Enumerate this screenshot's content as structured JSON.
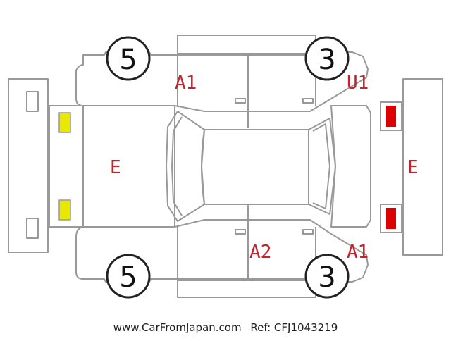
{
  "diagram": {
    "tire_ratings": {
      "front_left": "5",
      "front_right": "3",
      "rear_left": "5",
      "rear_right": "3"
    },
    "damage_codes": {
      "front_left_door": "A1",
      "front_right_fender": "U1",
      "rear_left_panel": "E",
      "front_panel": "E",
      "rear_right_door": "A2",
      "rear_right_quarter": "A1"
    },
    "colors": {
      "outline": "#999999",
      "damage_text": "#cc1f2a",
      "rear_lights": "#e8e800",
      "front_lights": "#dd0000"
    }
  },
  "footer": {
    "website": "www.CarFromJapan.com",
    "ref": "Ref: CFJ1043219"
  }
}
